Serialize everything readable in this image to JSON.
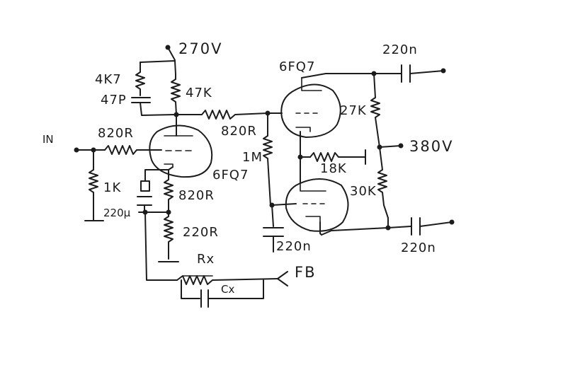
{
  "labels": {
    "supply_270": "270V",
    "supply_380": "380V",
    "tube_left": "6FQ7",
    "tube_right": "6FQ7",
    "input": "IN",
    "feedback": "FB",
    "r_4k7": "4K7",
    "c_47p": "47P",
    "r_47k": "47K",
    "r_820_grid_left": "820R",
    "r_820_grid_mid": "820R",
    "r_820_cathode": "820R",
    "r_1k": "1K",
    "c_220u": "220µ",
    "r_220_cathode": "220R",
    "r_x": "Rx",
    "c_x": "Cx",
    "r_1m": "1M",
    "r_18k": "18K",
    "r_27k": "27K",
    "r_30k": "30K",
    "c_out_top": "220n",
    "c_out_bottom": "220n",
    "c_bypass": "220n"
  }
}
